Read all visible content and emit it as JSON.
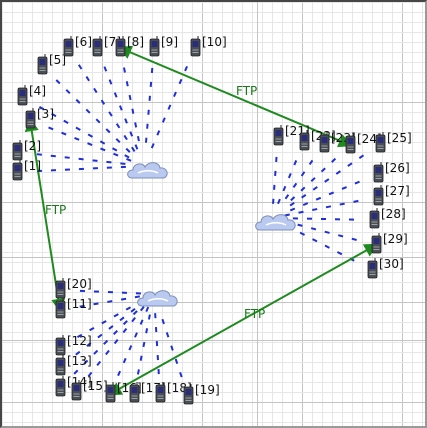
{
  "colors": {
    "background": "#ffffff",
    "grid_minor": "#e6e6e6",
    "grid_major": "#c4c4c4",
    "link": "#1f8a1f",
    "signal": "#1f2fd6",
    "device_body": "#4a4f55",
    "device_screen": "#2a2e7a",
    "cloud": "#b9c9ef"
  },
  "nodes": [
    {
      "label": "[1]"
    },
    {
      "label": "[2]"
    },
    {
      "label": "[3]"
    },
    {
      "label": "[4]"
    },
    {
      "label": "[5]"
    },
    {
      "label": "[6]"
    },
    {
      "label": "[7]"
    },
    {
      "label": "[8]"
    },
    {
      "label": "[9]"
    },
    {
      "label": "[10]"
    },
    {
      "label": "[11]"
    },
    {
      "label": "[12]"
    },
    {
      "label": "[13]"
    },
    {
      "label": "[14]"
    },
    {
      "label": "[15]"
    },
    {
      "label": "[16]"
    },
    {
      "label": "[17]"
    },
    {
      "label": "[18]"
    },
    {
      "label": "[19]"
    },
    {
      "label": "[20]"
    },
    {
      "label": "[21]"
    },
    {
      "label": "[22]"
    },
    {
      "label": "[23]"
    },
    {
      "label": "[24]"
    },
    {
      "label": "[25]"
    },
    {
      "label": "[26]"
    },
    {
      "label": "[27]"
    },
    {
      "label": "[28]"
    },
    {
      "label": "[29]"
    },
    {
      "label": "[30]"
    }
  ],
  "links": [
    {
      "label": "FTP",
      "from": "[3]",
      "to": "[11]"
    },
    {
      "label": "FTP",
      "from": "[8]",
      "to": "[24]"
    },
    {
      "label": "FTP",
      "from": "[29]",
      "to": "[16]"
    }
  ],
  "icons": {
    "node": "mobile-device-icon",
    "access_point": "cloud-access-point-icon"
  }
}
